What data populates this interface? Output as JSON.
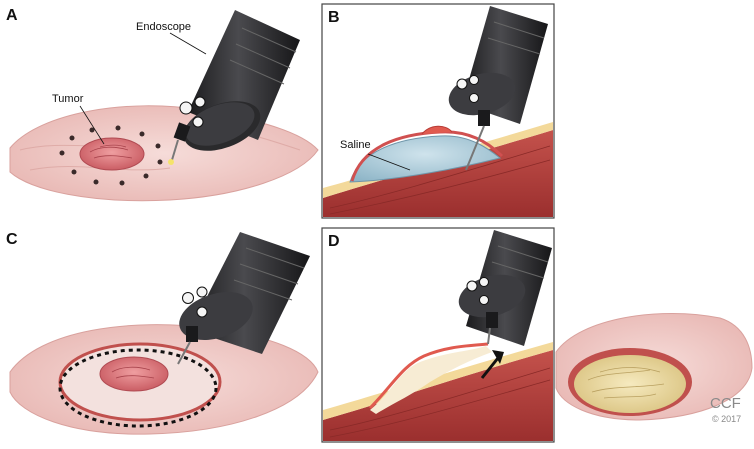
{
  "panels": {
    "a": {
      "letter": "A"
    },
    "b": {
      "letter": "B"
    },
    "c": {
      "letter": "C"
    },
    "d": {
      "letter": "D"
    }
  },
  "labels": {
    "endoscope": "Endoscope",
    "tumor": "Tumor",
    "saline": "Saline"
  },
  "credit": {
    "name": "CCF",
    "year": "© 2017"
  },
  "colors": {
    "mucosa_pink": "#f0c9c6",
    "tumor_red": "#d9757a",
    "muscle_red": "#b8423f",
    "submucosa_yellow": "#f3d99a",
    "saline_blue": "#a9c9d8",
    "endoscope_black": "#2a2a2c",
    "panel_border": "#444444"
  }
}
